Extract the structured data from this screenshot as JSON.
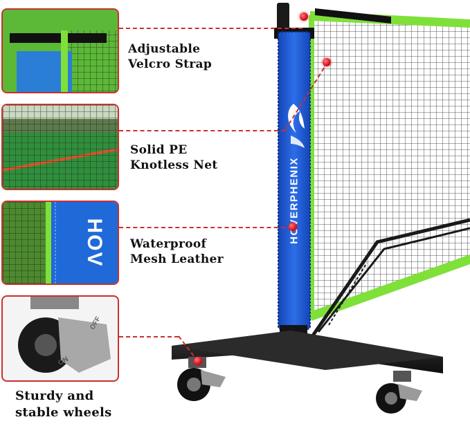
{
  "features": [
    {
      "line1": "Adjustable",
      "line2": "Velcro Strap"
    },
    {
      "line1": "Solid PE",
      "line2": "Knotless Net"
    },
    {
      "line1": "Waterproof",
      "line2": "Mesh Leather"
    },
    {
      "line1": "Sturdy and",
      "line2": "stable wheels"
    }
  ],
  "brand": "HOVERPHENIX",
  "thumb_logo_text": "HOV",
  "wheel_lock_text": {
    "off": "OFF",
    "on": "ON"
  },
  "colors": {
    "accent_red": "#c9302c",
    "net_green": "#7fe03a",
    "post_blue": "#1f5fd6",
    "frame_black": "#1a1a1a"
  }
}
